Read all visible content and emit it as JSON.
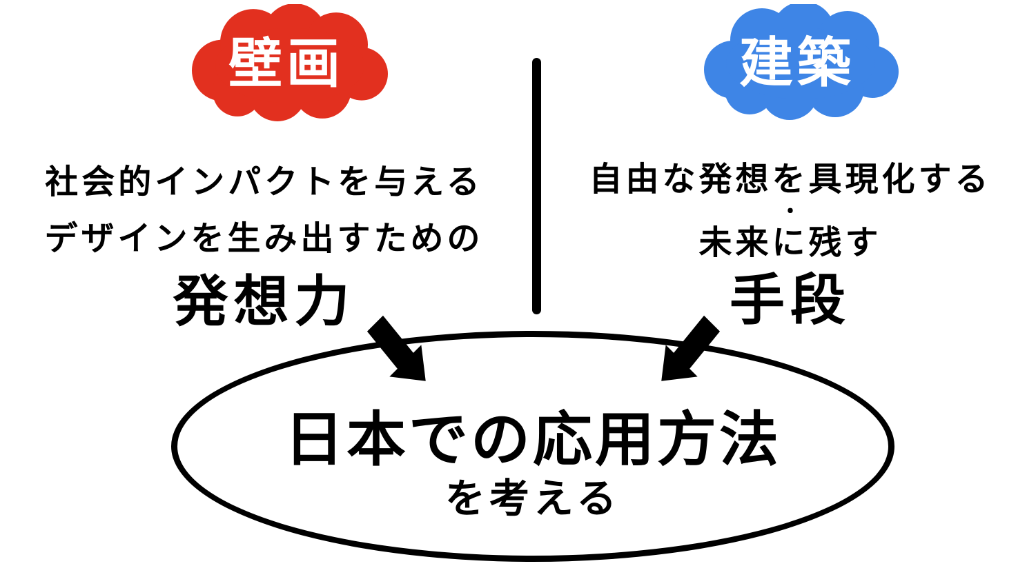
{
  "left": {
    "badge_label": "壁画",
    "lines": [
      "社会的インパクトを与える",
      "デザインを生み出すための"
    ],
    "emphasis": "発想力"
  },
  "right": {
    "badge_label": "建築",
    "lines": [
      "自由な発想を具現化する",
      "未来に残す"
    ],
    "separator_dot": "・",
    "emphasis": "手段"
  },
  "center": {
    "title": "日本での応用方法",
    "subtitle": "を考える"
  },
  "colors": {
    "mural_red": "#e2301f",
    "architecture_blue": "#3e85e6",
    "ink": "#000000",
    "background": "#ffffff"
  }
}
